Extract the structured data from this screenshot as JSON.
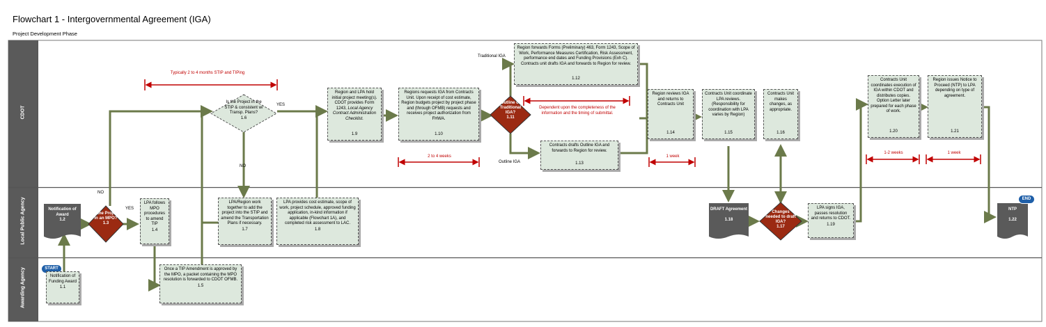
{
  "title": "Flowchart 1 - Intergovernmental Agreement (IGA)",
  "subtitle": "Project Development Phase",
  "lanes": [
    "CDOT",
    "Local Public Agency",
    "Awarding Agency"
  ],
  "terminals": {
    "start": "START",
    "end": "END"
  },
  "nodes": {
    "n1_1": {
      "text": "Notification of Funding Award",
      "id": "1.1"
    },
    "n1_2": {
      "text": "Notification of Award",
      "id": "1.2"
    },
    "n1_3": {
      "text": "Is the Project in an MPO?",
      "id": "1.3"
    },
    "n1_4": {
      "text": "LPA follows MPO procedures to amend TIP",
      "id": "1.4"
    },
    "n1_5": {
      "text": "Once a TIP Amendment is approved by the MPO, a packet containing the MPO resolution is forwarded to CDOT OFMB.",
      "id": "1.5"
    },
    "n1_6": {
      "text": "Is the Project in the STIP & consistent w/ Transp. Plans?",
      "id": "1.6"
    },
    "n1_7": {
      "text": "LPA/Region work together to add the project into the STIP and amend the Transportation Plans if necessary.",
      "id": "1.7"
    },
    "n1_8": {
      "text": "LPA provides cost estimate, scope of work, project schedule, approved funding application, in-kind information if applicable (Flowchart 1A), and completed risk assessment to LAC.",
      "id": "1.8"
    },
    "n1_9": {
      "text": "Region and LPA hold initial project meeting(s). CDOT provides Form 1243,",
      "italic": "Local Agency Contract Administration Checklist.",
      "id": "1.9"
    },
    "n1_10": {
      "text": "Regions requests IGA from Contracts Unit. Upon receipt of cost estimate, Region budgets project by project phase and (through OFMB) requests and receives project authorization from FHWA.",
      "id": "1.10"
    },
    "n1_11": {
      "text": "Outline or Traditional IGA?",
      "id": "1.11"
    },
    "n1_12": {
      "text": "Region forwards Forms (Preliminary) 463, Form 1243, Scope of Work, Performance Measures Certification, Risk Assessment, performance end dates and Funding Provisions (Exh C). Contracts unit drafts IGA and forwards to Region for review.",
      "id": "1.12"
    },
    "n1_13": {
      "text": "Contracts drafts Outline IGA and forwards to Region for review.",
      "id": "1.13"
    },
    "n1_14": {
      "text": "Region reviews IGA and returns to Contracts Unit",
      "id": "1.14"
    },
    "n1_15": {
      "text": "Contracts Unit coordinate LPA reviews. (Responsibility for coordination with LPA varies by Region)",
      "id": "1.15"
    },
    "n1_16": {
      "text": "Contracts Unit makes changes, as appropriate.",
      "id": "1.16"
    },
    "n1_17": {
      "text": "Changes needed to draft IGA?",
      "id": "1.17"
    },
    "n1_18": {
      "text": "DRAFT Agreement",
      "id": "1.18"
    },
    "n1_19": {
      "text": "LPA signs IGA, passes resolution and returns to CDOT.",
      "id": "1.19"
    },
    "n1_20": {
      "text": "Contracts Unit coordinates execution of IGA within CDOT and distributes copies. Option Letter later prepared for each phase of work.",
      "id": "1.20"
    },
    "n1_21": {
      "text": "Region issues Notice to Proceed (NTP) to LPA depending on type of agreement.",
      "id": "1.21"
    },
    "n1_22": {
      "text": "NTP",
      "id": "1.22"
    }
  },
  "edge_labels": {
    "yes": "YES",
    "no": "NO",
    "traditional": "Traditional IGA",
    "outline": "Outline IGA"
  },
  "durations": {
    "stip": "Typically 2 to 4 months STIP and TIPing",
    "two_four": "2 to 4 weeks",
    "dependent": "Dependent upon the completeness of the information and the timing of submittal.",
    "one_week_a": "1 week",
    "one_two": "1-2 weeks",
    "one_week_b": "1 week"
  },
  "colors": {
    "lane_header": "#5a5a5a",
    "connector": "#6b7a4a",
    "decision": "#9b2a12",
    "box_fill": "#dde8dd",
    "duration": "#c00000",
    "terminal": "#1f5fa8"
  }
}
